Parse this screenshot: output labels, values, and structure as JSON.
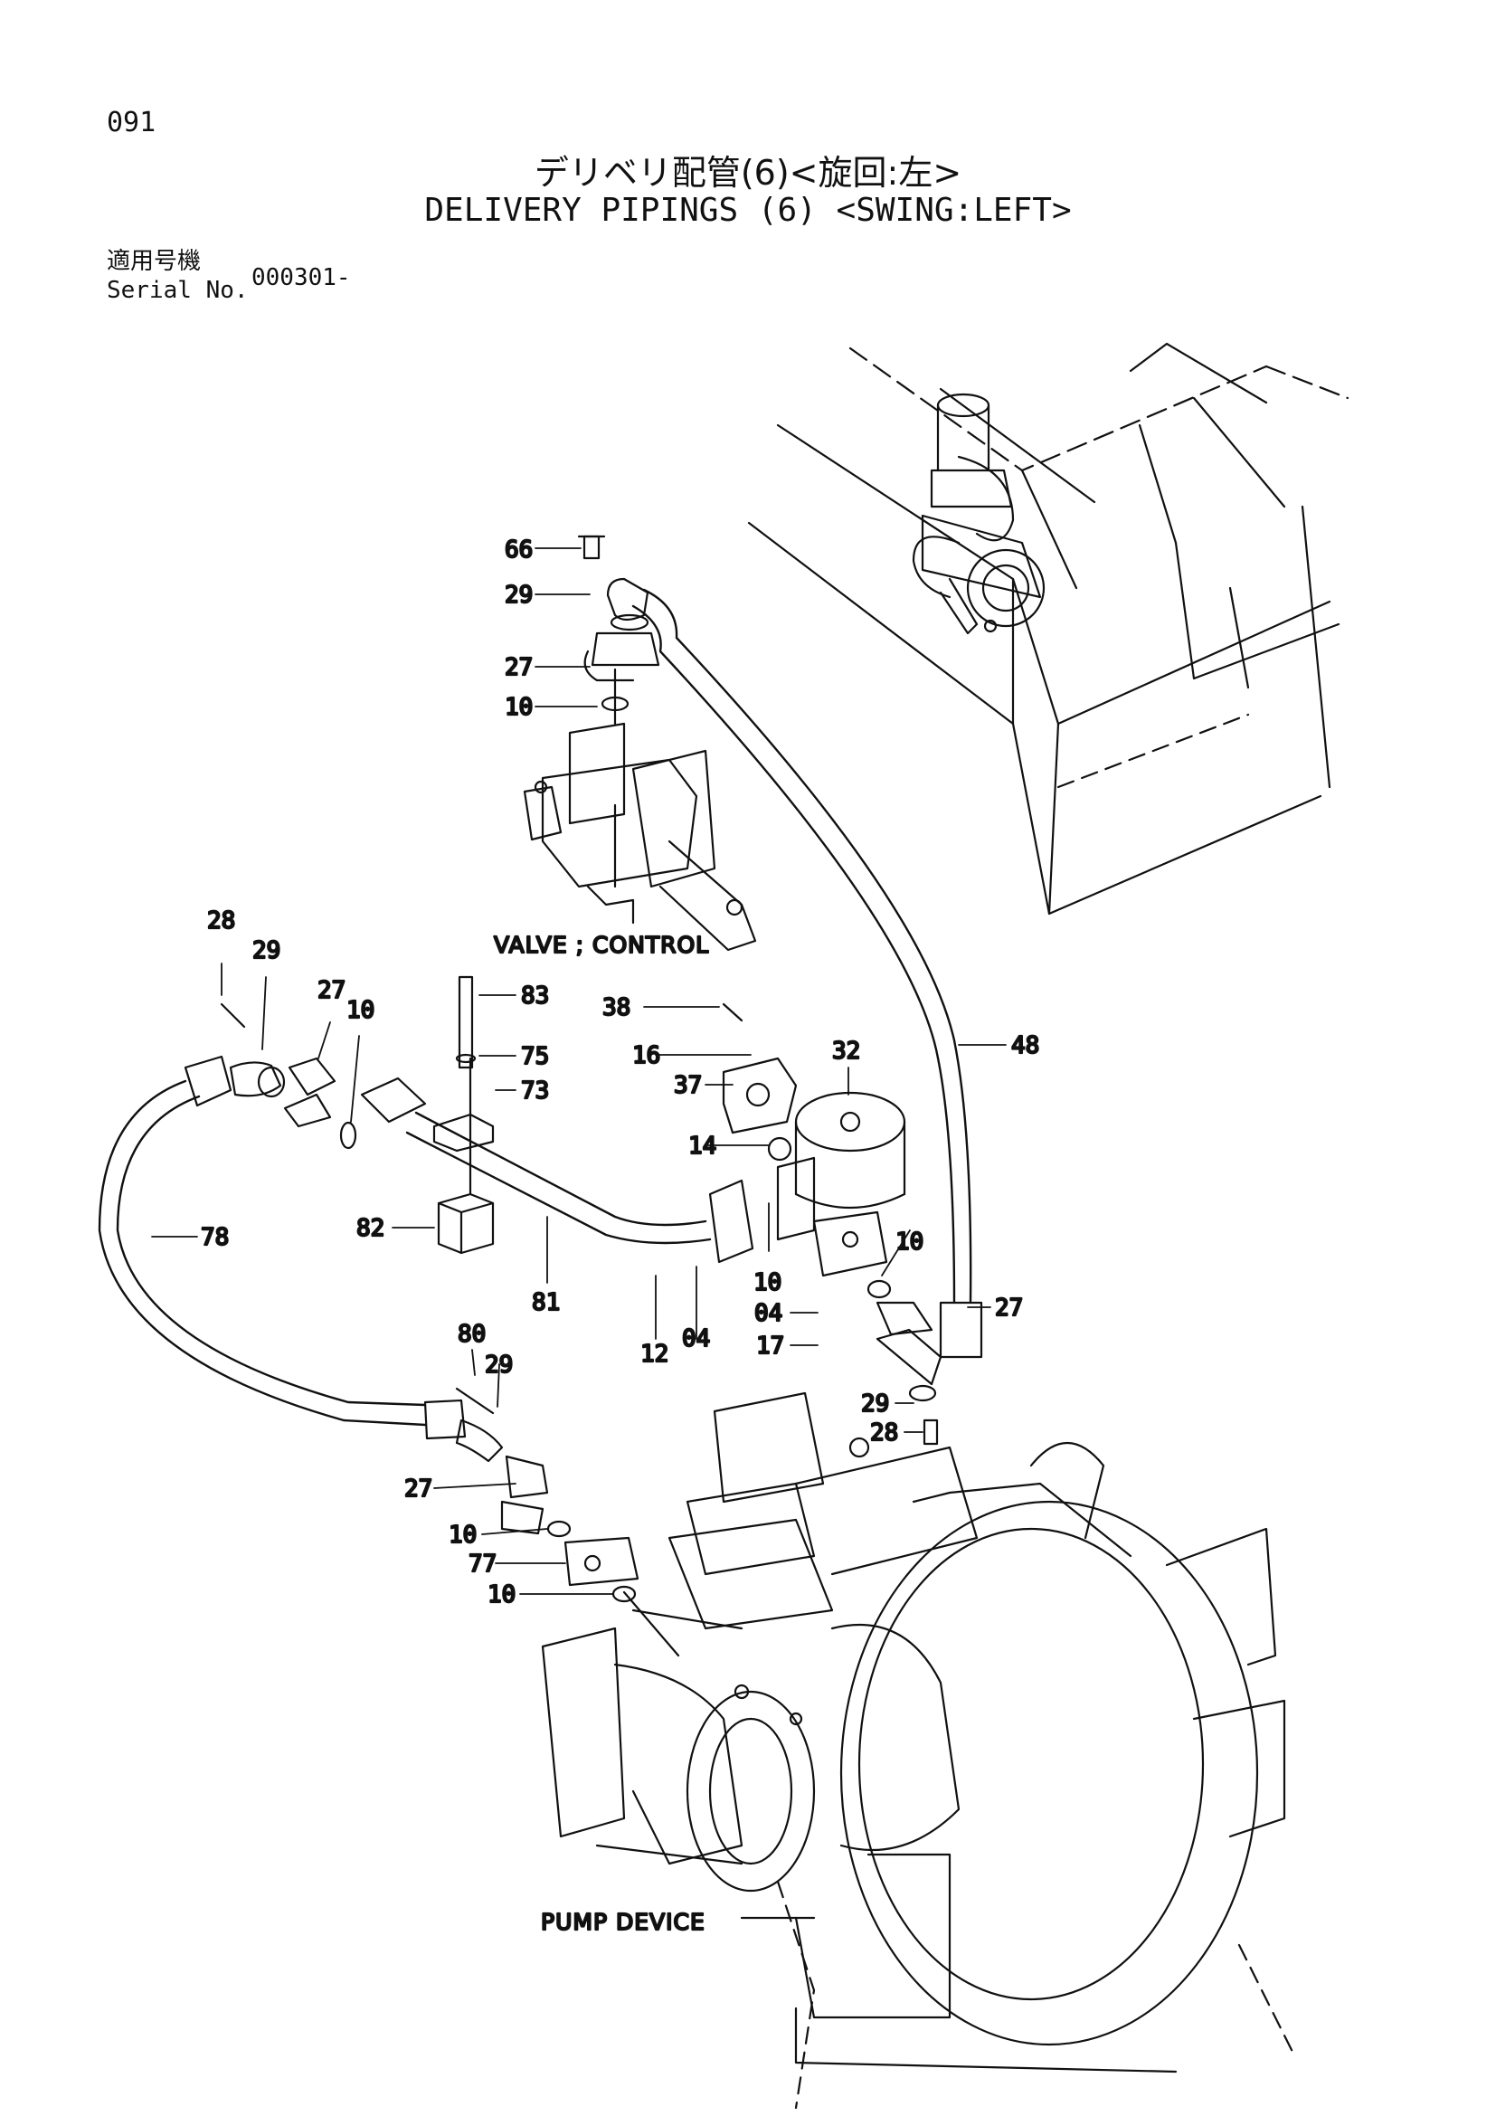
{
  "page": {
    "number": "091",
    "title_jp": "デリベリ配管(6)<旋回:左>",
    "title_en": "DELIVERY PIPINGS (6) <SWING:LEFT>",
    "serial_label_jp": "適用号機",
    "serial_label_en": "Serial No.",
    "serial_value": "000301-"
  },
  "assemblies": {
    "valve": "VALVE ; CONTROL",
    "pump": "PUMP DEVICE"
  },
  "callouts": [
    "66",
    "29",
    "27",
    "10",
    "28",
    "29",
    "27",
    "10",
    "83",
    "75",
    "73",
    "38",
    "16",
    "32",
    "37",
    "14",
    "48",
    "78",
    "82",
    "81",
    "12",
    "04",
    "10",
    "10",
    "04",
    "17",
    "27",
    "80",
    "29",
    "29",
    "28",
    "27",
    "10",
    "77",
    "10"
  ]
}
